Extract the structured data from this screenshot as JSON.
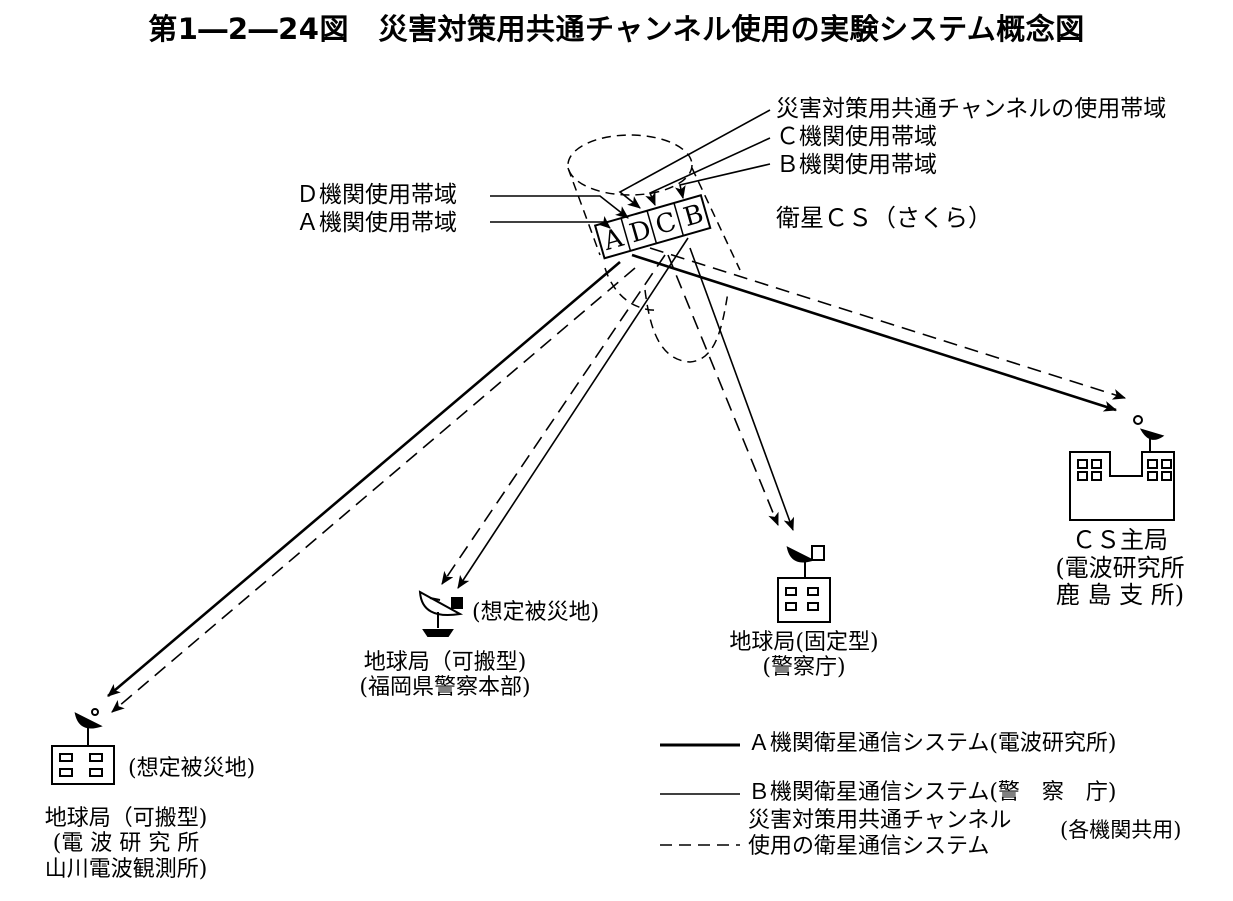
{
  "title": "第1―2―24図　災害対策用共通チャンネル使用の実験システム概念図",
  "satellite": {
    "name": "衛星ＣＳ（さくら）",
    "bands": [
      "A",
      "D",
      "C",
      "B"
    ]
  },
  "band_labels": {
    "common": "災害対策用共通チャンネルの使用帯域",
    "c": "Ｃ機関使用帯域",
    "b": "Ｂ機関使用帯域",
    "d": "Ｄ機関使用帯域",
    "a": "Ａ機関使用帯域"
  },
  "stations": {
    "cs_main": [
      "ＣＳ主局",
      "(電波研究所",
      "鹿 島 支 所)"
    ],
    "fixed": [
      "地球局(固定型)",
      "(警察庁)"
    ],
    "portable_fukuoka": {
      "tag": "(想定被災地)",
      "lines": [
        "地球局（可搬型)",
        "(福岡県警察本部)"
      ]
    },
    "portable_yamakawa": {
      "tag": "(想定被災地)",
      "lines": [
        "地球局（可搬型)",
        "(電 波 研 究 所",
        "山川電波観測所)"
      ]
    }
  },
  "legend": {
    "a": "Ａ機関衛星通信システム(電波研究所)",
    "b": "Ｂ機関衛星通信システム(警　察　庁)",
    "common_line1": "災害対策用共通チャンネル",
    "common_line2": "使用の衛星通信システム",
    "common_suffix": "(各機関共用)"
  }
}
